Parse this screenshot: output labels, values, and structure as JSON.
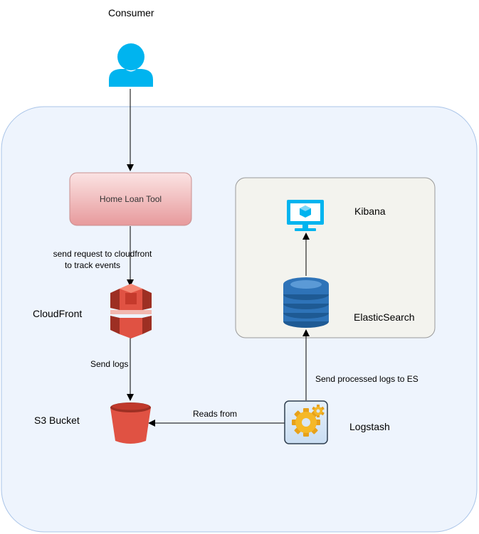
{
  "diagram": {
    "consumer_label": "Consumer",
    "home_loan_tool_label": "Home Loan Tool",
    "cloudfront_label": "CloudFront",
    "s3_label": "S3 Bucket",
    "kibana_label": "Kibana",
    "elasticsearch_label": "ElasticSearch",
    "logstash_label": "Logstash",
    "edges": {
      "request_line1": "send  request to cloudfront",
      "request_line2": "to track events",
      "send_logs": "Send logs",
      "reads_from": "Reads from",
      "send_processed": "Send processed logs to ES"
    },
    "icons": {
      "consumer": "user-icon",
      "cloudfront": "aws-cloudfront-icon",
      "s3": "aws-s3-bucket-icon",
      "kibana": "monitor-icon",
      "elasticsearch": "database-icon",
      "logstash": "gear-icon"
    },
    "colors": {
      "user_blue": "#00B4EF",
      "aws_red": "#E05243",
      "es_blue": "#2E73B8",
      "tool_fill_top": "#F8D9D9",
      "tool_fill_bottom": "#E8989A",
      "region_fill": "#EEF4FD",
      "group_fill": "#F3F3EE"
    }
  }
}
